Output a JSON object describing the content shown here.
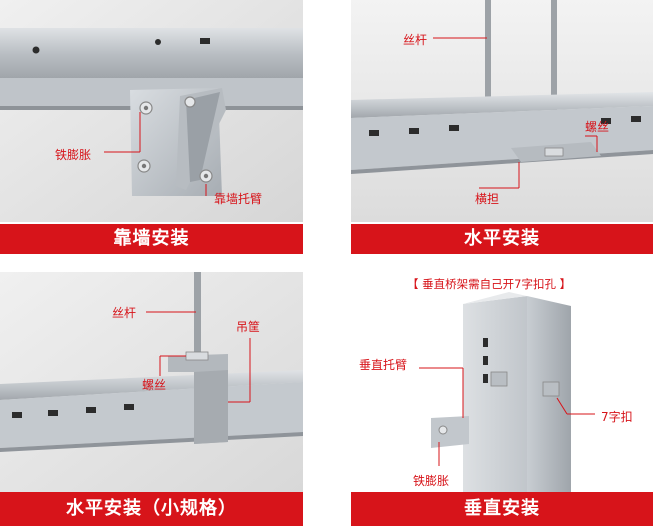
{
  "panels": [
    {
      "caption": "靠墙安装",
      "labels": {
        "expansion_bolt": "铁膨胀",
        "wall_bracket": "靠墙托臂"
      }
    },
    {
      "caption": "水平安装",
      "labels": {
        "threaded_rod": "丝杆",
        "nut": "螺丝",
        "cross_arm": "横担"
      }
    },
    {
      "caption": "水平安装（小规格）",
      "labels": {
        "threaded_rod": "丝杆",
        "hanger": "吊筐",
        "nut": "螺丝"
      }
    },
    {
      "caption": "垂直安装",
      "note": "【 垂直桥架需自己开7字扣孔 】",
      "labels": {
        "vertical_bracket": "垂直托臂",
        "seven_clip": "7字扣",
        "expansion_bolt": "铁膨胀"
      }
    }
  ],
  "colors": {
    "accent": "#d7141a",
    "wall": "#e6e6e6",
    "steel": "#c4c8cc"
  }
}
